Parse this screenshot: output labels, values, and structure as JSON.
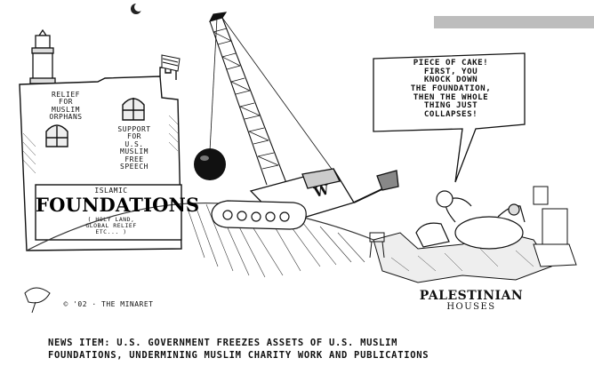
{
  "building": {
    "panel_left": "RELIEF FOR MUSLIM ORPHANS",
    "panel_left_lines": [
      "RELIEF",
      "FOR",
      "MUSLIM",
      "ORPHANS"
    ],
    "panel_right_lines": [
      "SUPPORT",
      "FOR",
      "U.S.",
      "MUSLIM",
      "FREE",
      "SPEECH"
    ],
    "sign_islamic": "ISLAMIC",
    "sign_foundations": "FOUNDATIONS",
    "sign_sub_1": "( HOLY LAND,",
    "sign_sub_2": "GLOBAL RELIEF",
    "sign_sub_3": "etc... )"
  },
  "crane": {
    "cab_letter": "W"
  },
  "speech_bubble": {
    "lines": [
      "PIECE OF CAKE!",
      "FIRST, YOU",
      "KNOCK DOWN",
      "THE FOUNDATION,",
      "THEN THE WHOLE",
      "THING JUST",
      "COLLAPSES!"
    ]
  },
  "houses": {
    "label_1": "PALESTINIAN",
    "label_2": "HOUSES"
  },
  "signature": {
    "text": "© '02 · THE MINARET"
  },
  "caption": {
    "line_1": "NEWS ITEM: U.S. GOVERNMENT FREEZES ASSETS OF U.S. MUSLIM",
    "line_2": "FOUNDATIONS, UNDERMINING MUSLIM CHARITY WORK AND PUBLICATIONS"
  }
}
